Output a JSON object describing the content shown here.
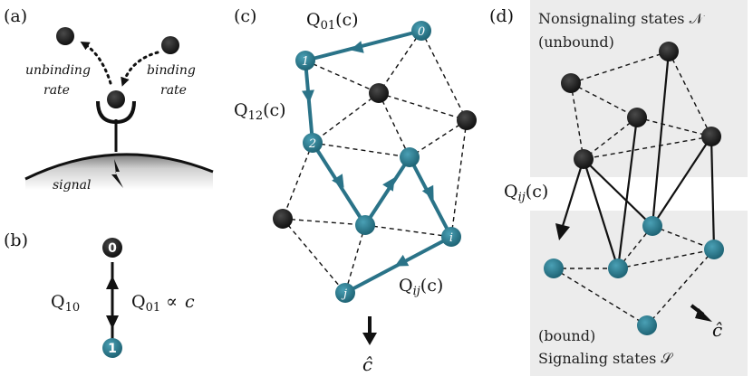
{
  "panels": {
    "a": {
      "label": "(a)",
      "unbinding": [
        "unbinding",
        "rate"
      ],
      "binding": [
        "binding",
        "rate"
      ],
      "signal": "signal"
    },
    "b": {
      "label": "(b)",
      "node_top": "0",
      "node_bottom": "1",
      "rate_down": "Q",
      "rate_down_sub": "10",
      "rate_up": "Q",
      "rate_up_sub": "01",
      "propto": "∝",
      "conc": "c"
    },
    "c": {
      "label": "(c)",
      "q01": {
        "q": "Q",
        "sub": "01",
        "arg": "(c)"
      },
      "q12": {
        "q": "Q",
        "sub": "12",
        "arg": "(c)"
      },
      "qij": {
        "q": "Q",
        "sub": "ij",
        "arg": "(c)"
      },
      "node0": "0",
      "node1": "1",
      "node2": "2",
      "node_i": "i",
      "node_j": "j",
      "chat": "ĉ"
    },
    "d": {
      "label": "(d)",
      "nonsig_line1": "Nonsignaling states 𝒩",
      "nonsig_line2": "(unbound)",
      "sig_line1": "(bound)",
      "sig_line2": "Signaling states 𝒮",
      "qij": {
        "q": "Q",
        "sub": "ij",
        "arg": "(c)"
      },
      "chat": "ĉ"
    }
  },
  "colors": {
    "teal": "#2a7388",
    "teal_fill": "#2b7a8f",
    "dark_node": "#1f1f1f",
    "region": "#ececec"
  }
}
